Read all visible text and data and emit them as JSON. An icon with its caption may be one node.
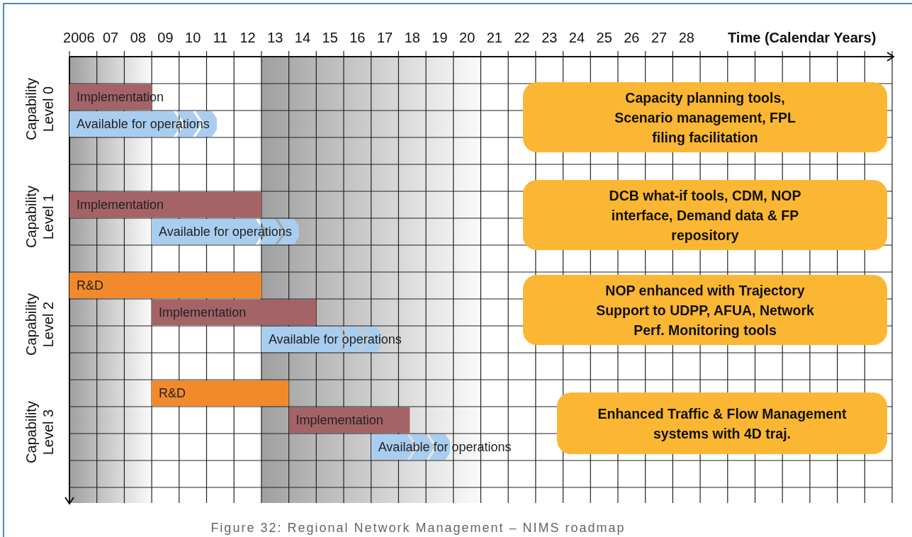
{
  "diagram": {
    "caption": "Figure 32: Regional Network Management – NIMS roadmap",
    "nodes": [
      {
        "text": [
          "Implementation"
        ]
      },
      {
        "text": [
          "Available for operations"
        ]
      },
      {
        "text": [
          "Capacity planning tools, Scenario management, FPL filing facilitation"
        ]
      },
      {
        "text": [
          "Implementation"
        ]
      },
      {
        "text": [
          "Available for operations"
        ]
      },
      {
        "text": [
          "DCB what-if tools, CDM, NOP interface, Demand data & FP repository"
        ]
      },
      {
        "text": [
          "R&D"
        ]
      },
      {
        "text": [
          "Implementation"
        ]
      },
      {
        "text": [
          "Available for operations"
        ]
      },
      {
        "text": [
          "NOP enhanced with Trajectory Support to UDPP, AFUA, Network Perf. Monitoring tools"
        ]
      },
      {
        "text": [
          "R&D"
        ]
      },
      {
        "text": [
          "Implementation"
        ]
      },
      {
        "text": [
          "Available for operations"
        ]
      },
      {
        "text": [
          "Enhanced Traffic & Flow Management systems with 4D traj."
        ]
      }
    ],
    "edges": [],
    "labels": [
      "2006",
      "07",
      "08",
      "09",
      "10",
      "11",
      "12",
      "13",
      "14",
      "15",
      "16",
      "17",
      "18",
      "19",
      "20",
      "21",
      "22",
      "23",
      "24",
      "25",
      "26",
      "27",
      "28",
      "Time (Calendar Years)",
      "Capability Level 0",
      "Capability Level 1",
      "Capability Level 2",
      "Capability Level 3"
    ]
  }
}
